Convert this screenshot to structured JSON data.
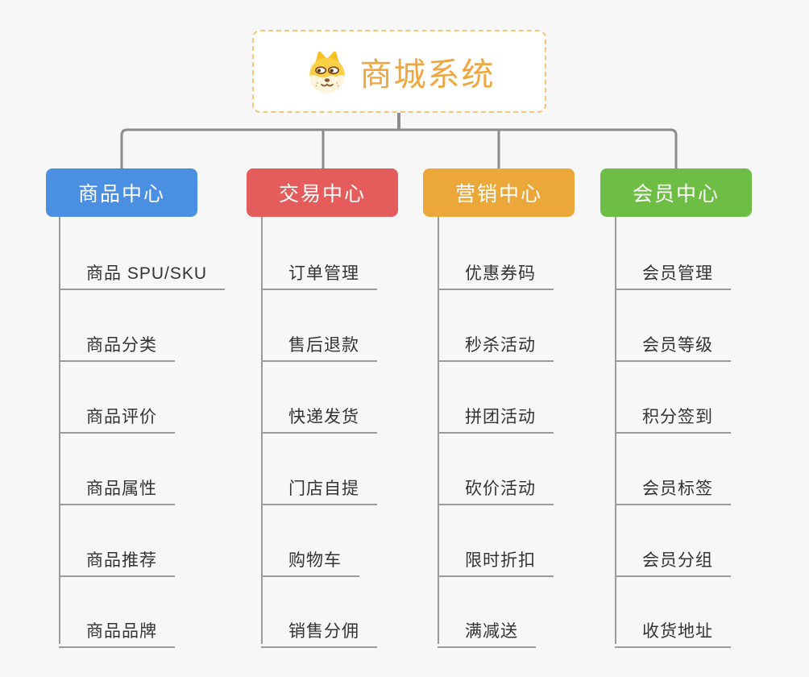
{
  "root": {
    "title": "商城系统",
    "icon": "shiba-dog-icon"
  },
  "colors": {
    "background": "#F7F7F7",
    "root_text": "#F0A63E",
    "root_border": "#F5C578",
    "connector": "#8C8C8C",
    "leaf_line": "#9A9A9A",
    "leaf_text": "#333333"
  },
  "branches": [
    {
      "label": "商品中心",
      "color": "#4B8FE2",
      "children": [
        "商品 SPU/SKU",
        "商品分类",
        "商品评价",
        "商品属性",
        "商品推荐",
        "商品品牌"
      ]
    },
    {
      "label": "交易中心",
      "color": "#E45C5B",
      "children": [
        "订单管理",
        "售后退款",
        "快递发货",
        "门店自提",
        "购物车",
        "销售分佣"
      ]
    },
    {
      "label": "营销中心",
      "color": "#EBA739",
      "children": [
        "优惠券码",
        "秒杀活动",
        "拼团活动",
        "砍价活动",
        "限时折扣",
        "满减送"
      ]
    },
    {
      "label": "会员中心",
      "color": "#6EBE45",
      "children": [
        "会员管理",
        "会员等级",
        "积分签到",
        "会员标签",
        "会员分组",
        "收货地址"
      ]
    }
  ]
}
